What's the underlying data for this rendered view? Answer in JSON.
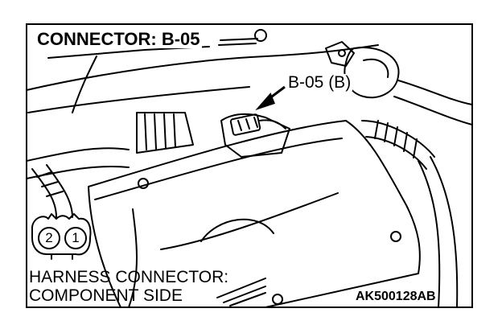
{
  "figure": {
    "title": "CONNECTOR: B-05",
    "callout": "B-05 (B)",
    "harness_label_line1": "HARNESS CONNECTOR:",
    "harness_label_line2": "COMPONENT SIDE",
    "figure_id": "AK500128AB",
    "pins": [
      "2",
      "1"
    ]
  },
  "colors": {
    "line": "#000000",
    "background": "#ffffff"
  }
}
